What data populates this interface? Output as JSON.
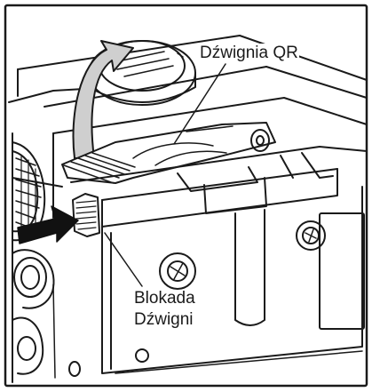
{
  "labels": {
    "qr_lever": "Dźwignia QR",
    "lever_lock_line1": "Blokada",
    "lever_lock_line2": "Dźwigni"
  },
  "colors": {
    "outline": "#1a1a1a",
    "arrow_fill": "#cfcfcf",
    "push_arrow": "#111111",
    "background": "#ffffff"
  },
  "icons": [
    "rotate-arrow-icon",
    "push-arrow-icon",
    "screw-icon"
  ]
}
